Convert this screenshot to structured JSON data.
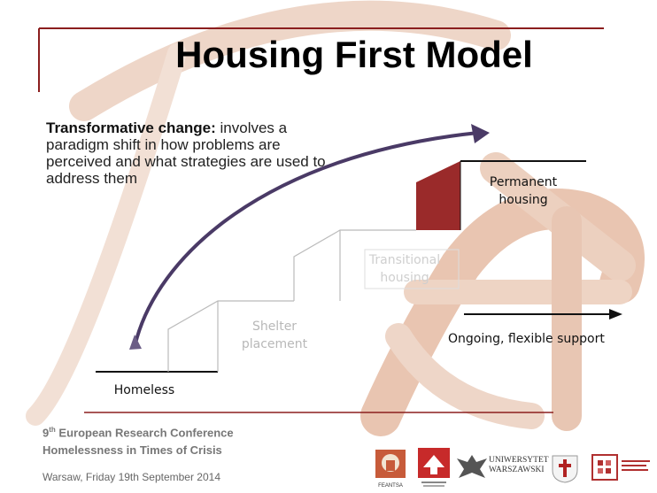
{
  "slide": {
    "title": "Housing First Model",
    "intro": {
      "bold": "Transformative change:",
      "rest": " involves a paradigm shift in how problems are perceived and what strategies are used to address them"
    },
    "steps": {
      "homeless": "Homeless",
      "shelter_line1": "Shelter",
      "shelter_line2": "placement",
      "transitional_line1": "Transitional",
      "transitional_line2": "housing",
      "permanent_line1": "Permanent",
      "permanent_line2": "housing"
    },
    "support_label": "Ongoing, flexible support",
    "colors": {
      "accent": "#8b1e1e",
      "permanent_block": "#9a2a2a",
      "arrow": "#4a3a66",
      "watermark": "#e9c9b7"
    }
  },
  "footer": {
    "conf_ordinal_num": "9",
    "conf_ordinal_sup": "th",
    "conf_name": " European Research Conference",
    "conf_theme": "Homelessness in Times of Crisis",
    "date_line": "Warsaw, Friday 19th September 2014",
    "feantsa_label": "FEANTSA",
    "univ_line1": "UNIWERSYTET",
    "univ_line2": "WARSZAWSKI"
  }
}
